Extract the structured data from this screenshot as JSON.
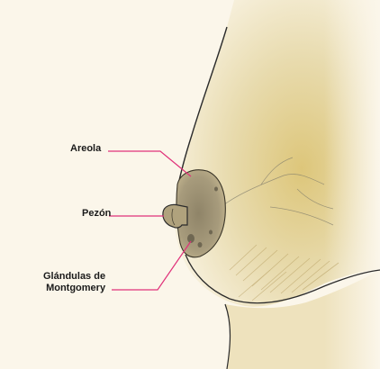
{
  "labels": {
    "areola": "Areola",
    "pezon": "Pezón",
    "glandulas_line1": "Glándulas de",
    "glandulas_line2": "Montgomery"
  },
  "colors": {
    "background": "#fbf6ea",
    "skin": "#e6d6a4",
    "skin_shadow": "#c9b578",
    "areola": "#a39676",
    "nipple": "#b3a684",
    "leader_line": "#e0327a",
    "outline": "#2b2b2b"
  }
}
